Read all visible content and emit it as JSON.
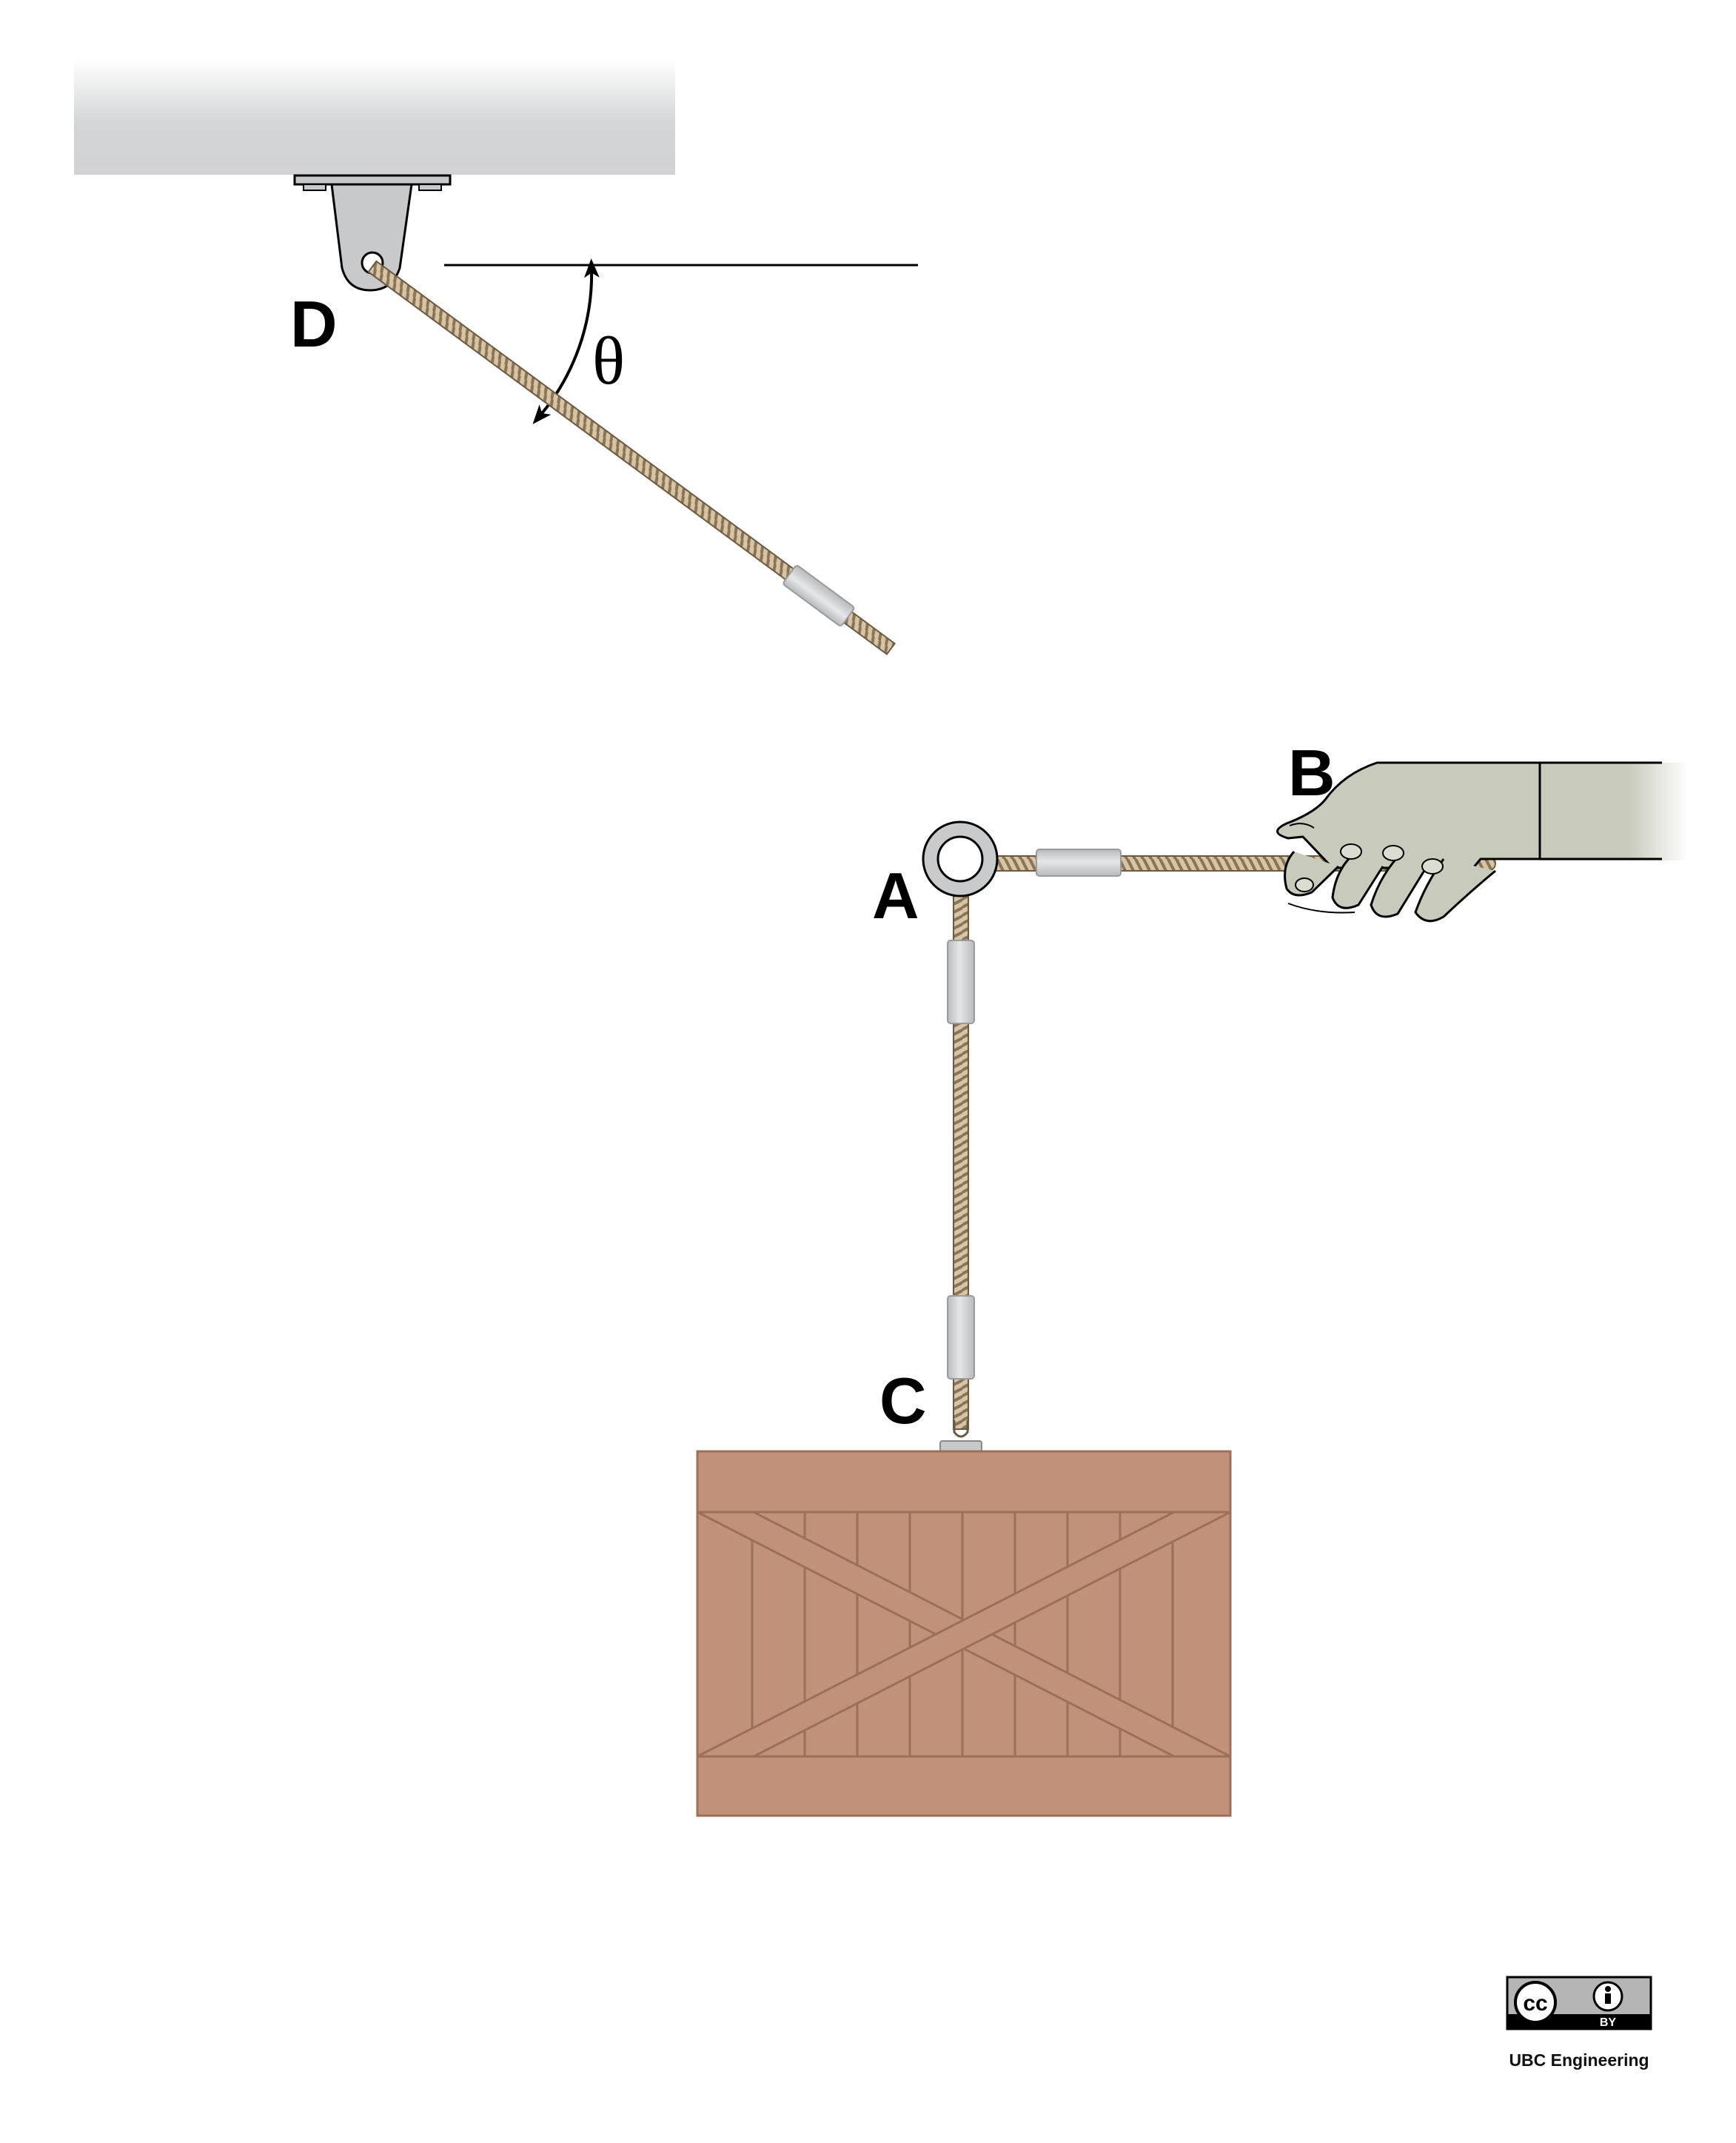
{
  "labels": {
    "point_d": "D",
    "point_b": "B",
    "point_a": "A",
    "point_c": "C",
    "angle": "θ"
  },
  "license": {
    "cc": "cc",
    "by": "BY",
    "credit": "UBC Engineering"
  },
  "colors": {
    "ceiling": "#d4d5d7",
    "bracket": "#c8c9cb",
    "rope": "#d6c4a4",
    "rope_twist": "#8a7455",
    "sleeve": "#d3d4d6",
    "ring": "#c9cacc",
    "hand": "#c8cabc",
    "crate": "#c2917a",
    "crate_line": "#9c6f59",
    "badge": "#b5b5b5"
  },
  "icons": {
    "ceiling": "ceiling-beam",
    "bracket": "ceiling-bracket",
    "ring": "connector-ring",
    "hand": "pulling-hand",
    "crate": "wooden-crate",
    "license": "cc-by-badge"
  }
}
